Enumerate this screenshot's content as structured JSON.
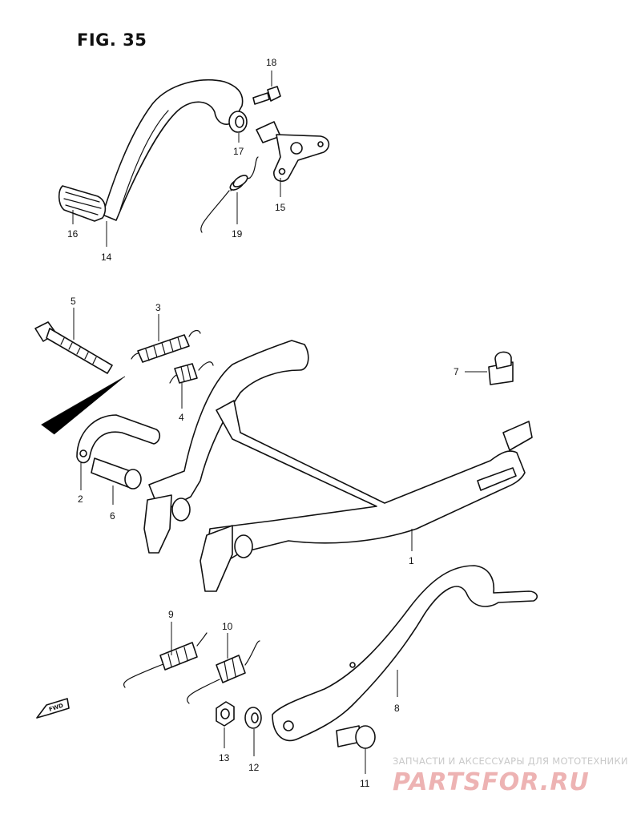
{
  "figure": {
    "title": "FIG. 35"
  },
  "callouts": [
    {
      "id": "18",
      "label": "18"
    },
    {
      "id": "17",
      "label": "17"
    },
    {
      "id": "15",
      "label": "15"
    },
    {
      "id": "19",
      "label": "19"
    },
    {
      "id": "16",
      "label": "16"
    },
    {
      "id": "14",
      "label": "14"
    },
    {
      "id": "5",
      "label": "5"
    },
    {
      "id": "3",
      "label": "3"
    },
    {
      "id": "4",
      "label": "4"
    },
    {
      "id": "7",
      "label": "7"
    },
    {
      "id": "2",
      "label": "2"
    },
    {
      "id": "6",
      "label": "6"
    },
    {
      "id": "1",
      "label": "1"
    },
    {
      "id": "9",
      "label": "9"
    },
    {
      "id": "10",
      "label": "10"
    },
    {
      "id": "8",
      "label": "8"
    },
    {
      "id": "13",
      "label": "13"
    },
    {
      "id": "12",
      "label": "12"
    },
    {
      "id": "11",
      "label": "11"
    }
  ],
  "fwd_marker": {
    "label": "FWD"
  },
  "watermark": {
    "tagline": "ЗАПЧАСТИ И АКСЕССУАРЫ ДЛЯ МОТОТЕХНИКИ",
    "logo": "PARTSFOR.RU",
    "logo_color": "#e8a0a0"
  }
}
